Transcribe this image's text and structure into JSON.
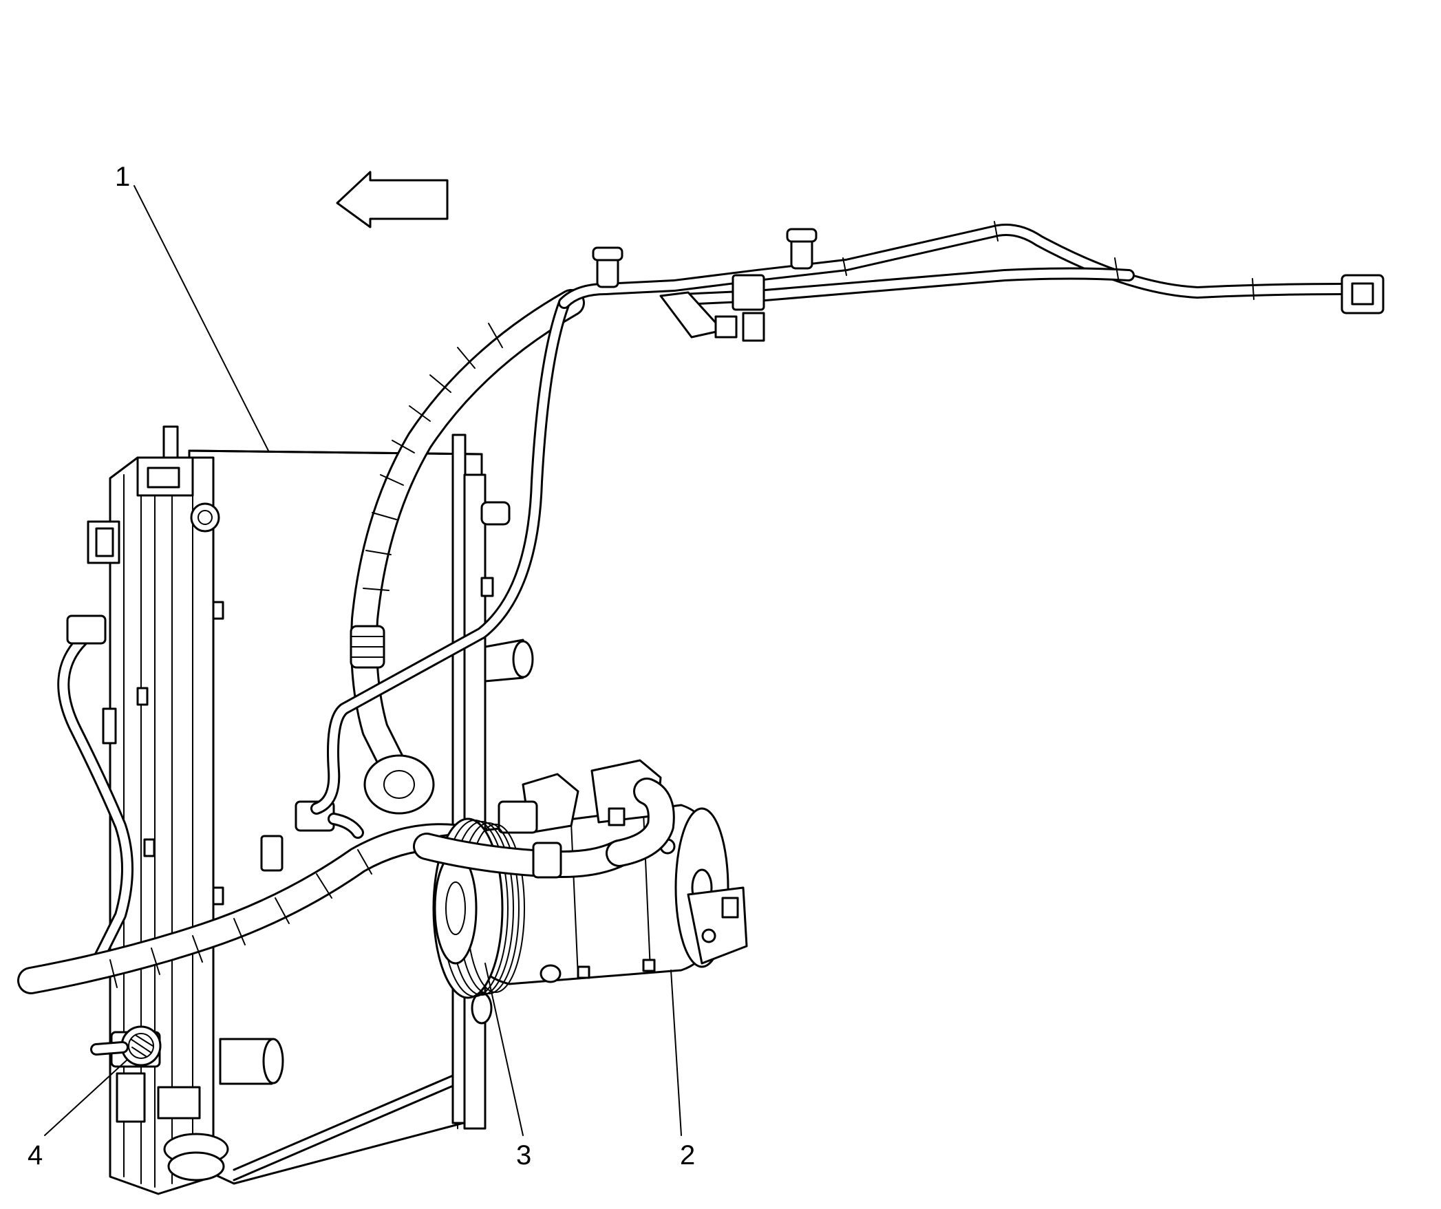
{
  "callouts": [
    {
      "id": "1",
      "label": "1"
    },
    {
      "id": "2",
      "label": "2"
    },
    {
      "id": "3",
      "label": "3"
    },
    {
      "id": "4",
      "label": "4"
    }
  ],
  "icons": {
    "direction_arrow": "left-arrow-icon"
  },
  "colors": {
    "line": "#000000",
    "background": "#ffffff"
  }
}
